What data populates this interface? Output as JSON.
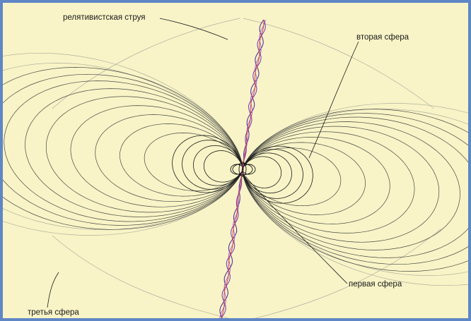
{
  "labels": {
    "jet": "релятивистская струя",
    "second_sphere": "вторая сфера",
    "first_sphere": "первая сфера",
    "third_sphere": "третья сфера"
  },
  "colors": {
    "background": "#f8f4c7",
    "frame_border": "#5f86c5",
    "field_lines": "#222222",
    "faint_lines": "#8a8a86",
    "jet_purple": "#7b3fbf",
    "jet_red": "#d04a3a"
  }
}
